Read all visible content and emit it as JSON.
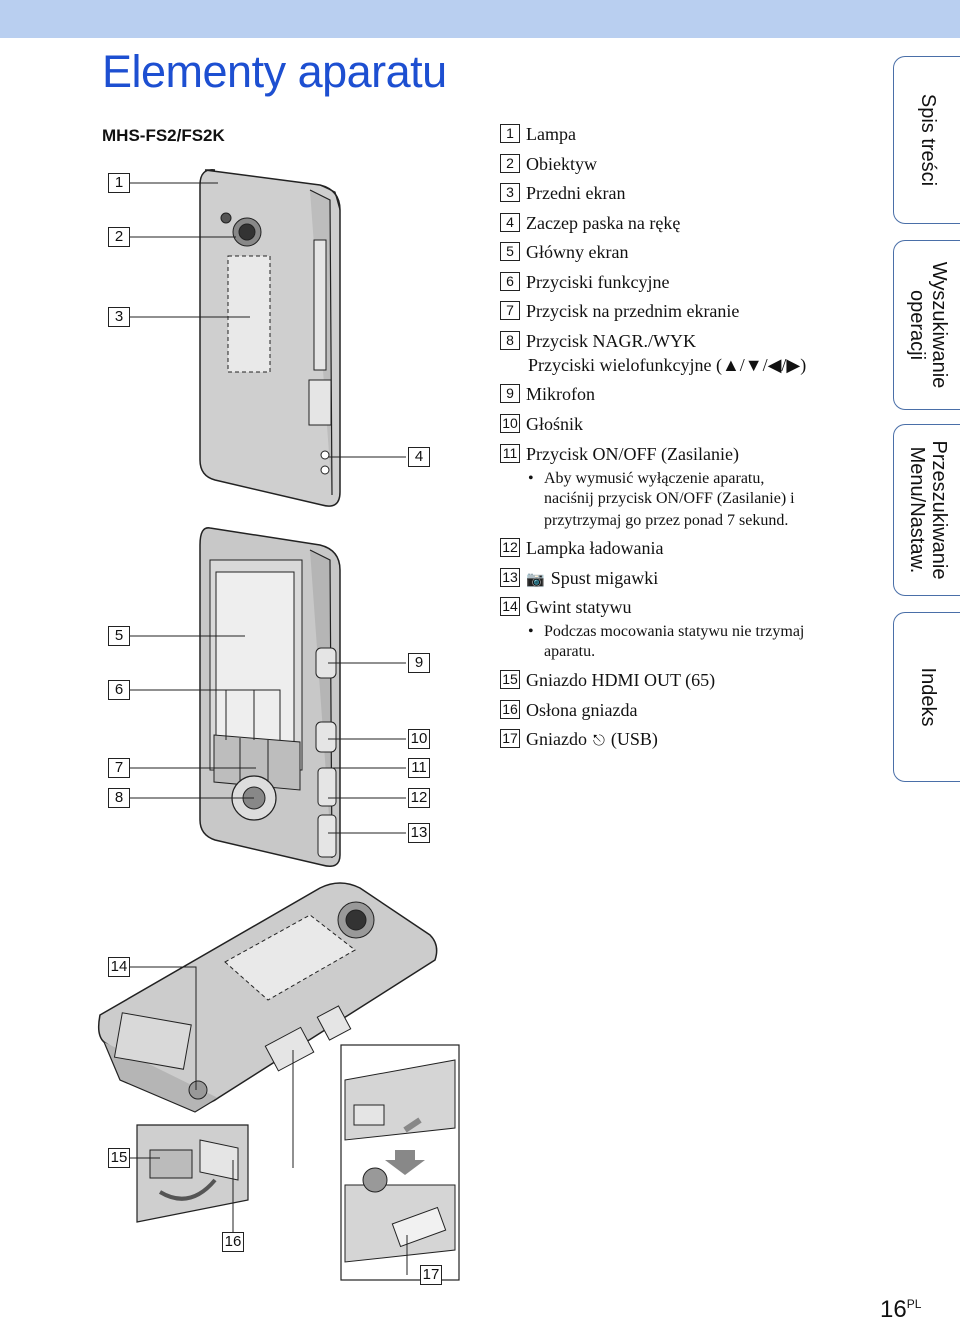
{
  "page": {
    "title": "Elementy aparatu",
    "model": "MHS-FS2/FS2K",
    "page_number": "16",
    "page_lang": "PL"
  },
  "legend": [
    {
      "n": "1",
      "text": "Lampa"
    },
    {
      "n": "2",
      "text": "Obiektyw"
    },
    {
      "n": "3",
      "text": "Przedni ekran"
    },
    {
      "n": "4",
      "text": "Zaczep paska na rękę"
    },
    {
      "n": "5",
      "text": "Główny ekran"
    },
    {
      "n": "6",
      "text": "Przyciski funkcyjne"
    },
    {
      "n": "7",
      "text": "Przycisk na przednim ekranie"
    },
    {
      "n": "8",
      "text": "Przycisk NAGR./WYK",
      "sub": "Przyciski wielofunkcyjne (▲/▼/◀/▶)"
    },
    {
      "n": "9",
      "text": "Mikrofon"
    },
    {
      "n": "10",
      "text": "Głośnik"
    },
    {
      "n": "11",
      "text": "Przycisk ON/OFF (Zasilanie)",
      "bullet": "Aby wymusić wyłączenie aparatu,",
      "bullet_lines": [
        "naciśnij przycisk ON/OFF (Zasilanie) i",
        "przytrzymaj go przez ponad 7 sekund."
      ]
    },
    {
      "n": "12",
      "text": "Lampka ładowania"
    },
    {
      "n": "13",
      "text": "Spust migawki",
      "icon": "camera-icon"
    },
    {
      "n": "14",
      "text": "Gwint statywu",
      "bullet": "Podczas mocowania statywu nie trzymaj",
      "bullet_lines": [
        "aparatu."
      ]
    },
    {
      "n": "15",
      "text": "Gniazdo HDMI OUT (65)"
    },
    {
      "n": "16",
      "text": "Osłona gniazda"
    },
    {
      "n": "17",
      "text": "Gniazdo",
      "suffix": "(USB)",
      "icon": "usb-icon"
    }
  ],
  "callouts": {
    "c1": "1",
    "c2": "2",
    "c3": "3",
    "c4": "4",
    "c5": "5",
    "c6": "6",
    "c7": "7",
    "c8": "8",
    "c9": "9",
    "c10": "10",
    "c11": "11",
    "c12": "12",
    "c13": "13",
    "c14": "14",
    "c15": "15",
    "c16": "16",
    "c17": "17"
  },
  "tabs": {
    "toc": "Spis treści",
    "search_op_1": "Wyszukiwanie",
    "search_op_2": "operacji",
    "search_menu_1": "Przeszukiwanie",
    "search_menu_2": "Menu/Nastaw.",
    "index": "Indeks"
  },
  "colors": {
    "title": "#1d4fd1",
    "topbar": "#b9cff0",
    "tab_border": "#4a6fa8"
  }
}
